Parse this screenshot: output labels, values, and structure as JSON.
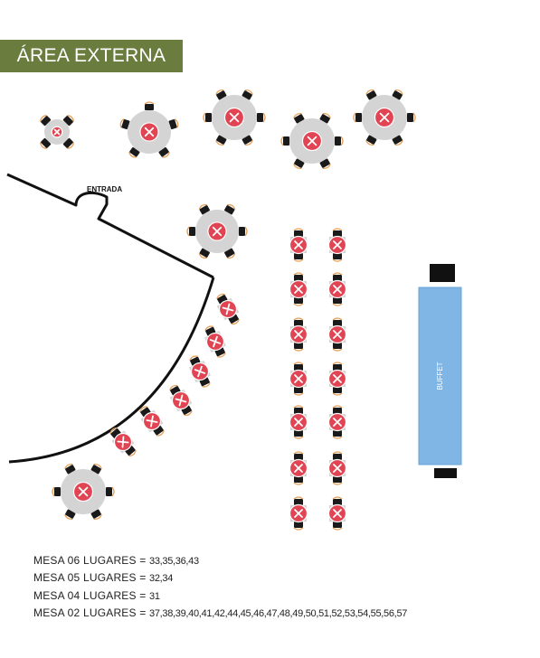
{
  "title": "ÁREA EXTERNA",
  "entrance_label": "ENTRADA",
  "buffet_label": "BUFFET",
  "colors": {
    "header_bg": "#6b7d3e",
    "table_gray": "#d4d4d4",
    "marker_red": "#e14452",
    "chair_dark": "#1a1a1a",
    "chair_orange": "#e5a25d",
    "buffet_blue": "#7fb6e6"
  },
  "icons": [
    "x-marker-icon",
    "chair-icon"
  ],
  "legend": [
    {
      "label": "MESA 06 LUGARES = ",
      "numbers": "33,35,36,43"
    },
    {
      "label": "MESA 05 LUGARES = ",
      "numbers": "32,34"
    },
    {
      "label": "MESA 04 LUGARES = ",
      "numbers": "31"
    },
    {
      "label": "MESA 02 LUGARES = ",
      "numbers": "37,38,39,40,41,42,44,45,46,47,48,49,50,51,52,53,54,55,56,57"
    }
  ]
}
